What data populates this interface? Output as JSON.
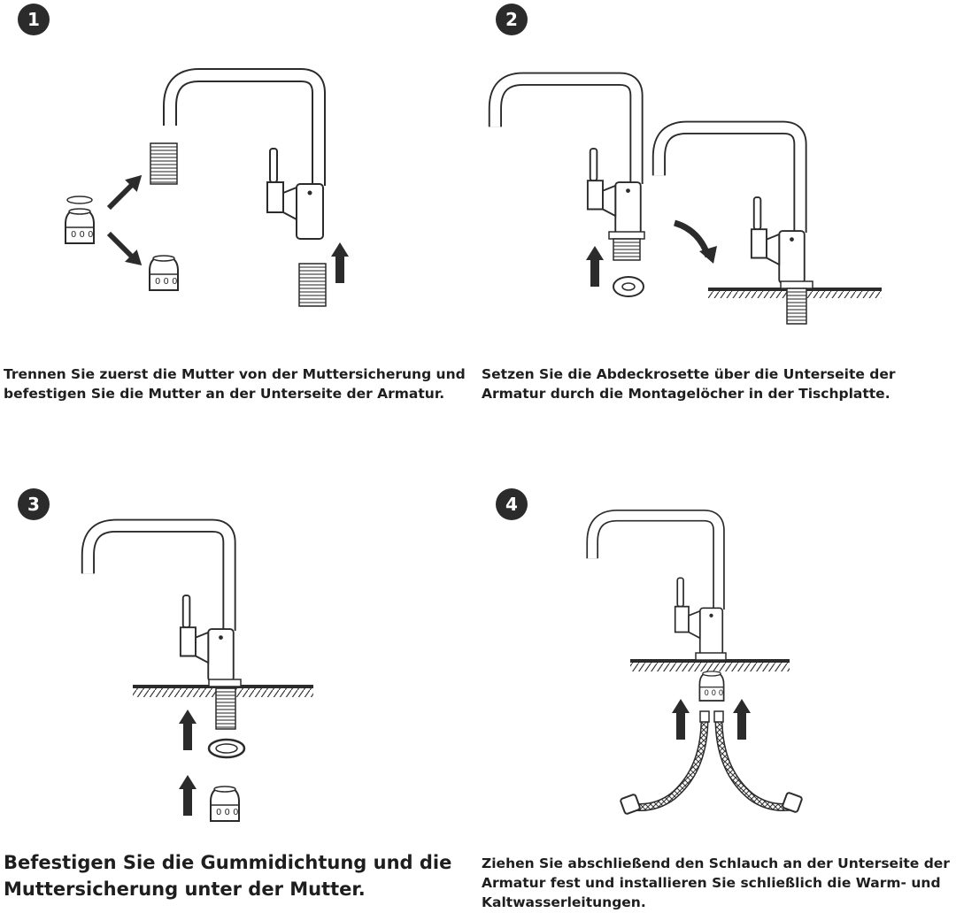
{
  "steps": [
    {
      "number": "1",
      "caption": "Trennen Sie zuerst die Mutter von der Muttersicherung und befestigen Sie die Mutter an der Unterseite der Armatur."
    },
    {
      "number": "2",
      "caption": "Setzen Sie die Abdeckrosette über die Unterseite der Armatur durch die Montagelöcher in der Tischplatte."
    },
    {
      "number": "3",
      "caption": "Befestigen Sie die Gummidichtung und die Muttersicherung unter der Mutter."
    },
    {
      "number": "4",
      "caption": "Ziehen Sie abschließend den Schlauch an der Unterseite der Armatur fest und installieren Sie schließlich die Warm- und Kaltwasserleitungen."
    }
  ],
  "colors": {
    "line": "#2b2b2b",
    "badge": "#2b2b2b",
    "text": "#1e1e1e"
  }
}
